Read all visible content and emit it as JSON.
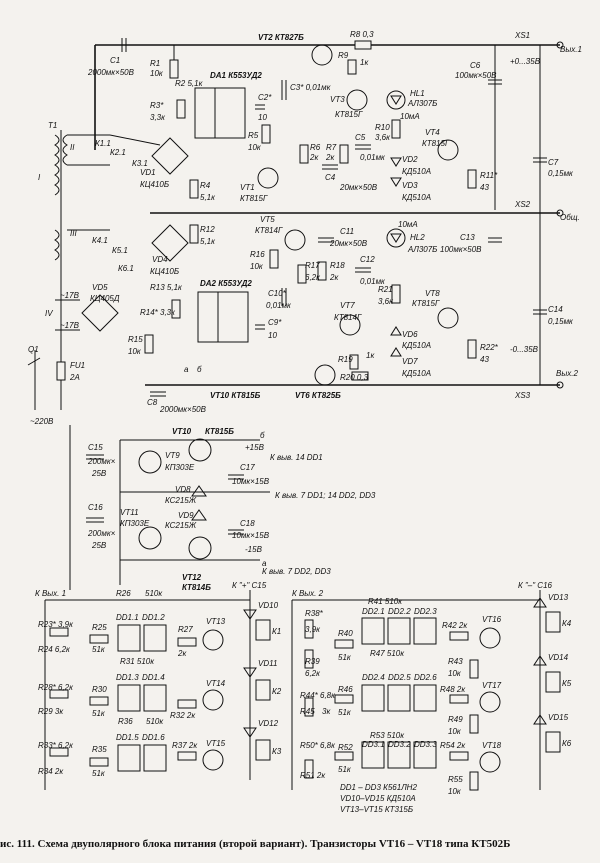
{
  "caption": "ис. 111. Схема двуполярного блока питания (второй вариант). Транзисторы VT16 – VT18 типа КТ502Б",
  "top": {
    "vt2": "VT2 КТ827Б",
    "r8": "R8 0,3",
    "xs1": "XS1",
    "out1": "Вых.1",
    "c1": "C1",
    "c1v": "2000мк×50В",
    "r1": "R1",
    "r1v": "10к",
    "r2": "R2 5,1к",
    "da1": "DA1 К553УД2",
    "r3": "R3*",
    "r3v": "3,3к",
    "c2": "C2*",
    "c2v": "10",
    "c3": "C3* 0,01мк",
    "r5": "R5",
    "r5v": "10к",
    "r9": "R9",
    "r9v": "1к",
    "vt3": "VT3",
    "vt3t": "КТ815Г",
    "hl1": "HL1",
    "hl1t": "АЛ307Б",
    "hl1i": "10мА",
    "c6": "C6",
    "c6v": "100мк×50В",
    "range1": "+0...35В",
    "t1": "T1",
    "k11": "К1.1",
    "k21": "К2.1",
    "k31": "К3.1",
    "wII": "II",
    "wI": "I",
    "vd1": "VD1",
    "vd1t": "КЦ410Б",
    "r4": "R4",
    "r4v": "5,1к",
    "r6": "R6",
    "r6v": "2к",
    "r7": "R7",
    "r7v": "2к",
    "c4": "C4",
    "c4v": "20мк×50В",
    "c5": "C5",
    "c5v": "0,01мк",
    "vt1": "VT1",
    "vt1t": "КТ815Г",
    "r10": "R10",
    "r10v": "3,6к",
    "vt4": "VT4",
    "vt4t": "КТ815Г",
    "vd2": "VD2",
    "vd2t": "КД510А",
    "vd3": "VD3",
    "vd3t": "КД510А",
    "r11": "R11*",
    "r11v": "43",
    "c7": "C7",
    "c7v": "0,15мк",
    "xs2": "XS2",
    "common": "Общ."
  },
  "mid": {
    "wIII": "III",
    "k41": "К4.1",
    "k51": "К5.1",
    "k61": "К6.1",
    "vd4": "VD4",
    "vd4t": "КЦ410Б",
    "r12": "R12",
    "r12v": "5,1к",
    "vt5": "VT5",
    "vt5t": "КТ814Г",
    "c11": "C11",
    "c11v": "20мк×50В",
    "hl2": "HL2",
    "hl2t": "АЛ307Б",
    "hl2i": "10мА",
    "c13": "C13",
    "c13v": "100мк×50В",
    "r16": "R16",
    "r16v": "10к",
    "r17": "R17",
    "r17v": "6,2к",
    "r18": "R18",
    "r18v": "2к",
    "c12": "C12",
    "c12v": "0,01мк",
    "c10": "C10*",
    "c10v": "0,01мк",
    "r13": "R13 5,1к",
    "da2": "DA2 К553УД2",
    "r14": "R14* 3,3к",
    "c9": "C9*",
    "c9v": "10",
    "r15": "R15",
    "r15v": "10к",
    "a": "а",
    "b": "б",
    "wIV": "IV",
    "vd5": "VD5",
    "vd5t": "КЦ405Д",
    "v17a": "~17В",
    "v17b": "~17В",
    "q1": "Q1",
    "fu1": "FU1",
    "fu1v": "2А",
    "mains": "~220В",
    "r21": "R21",
    "r21v": "3,6к",
    "vt8": "VT8",
    "vt8t": "КТ815Г",
    "c14": "C14",
    "c14v": "0,15мк",
    "range2": "-0...35В",
    "vt7": "VT7",
    "vt7t": "КТ814Г",
    "vd6": "VD6",
    "vd6t": "КД510А",
    "vd7": "VD7",
    "vd7t": "КД510А",
    "r22": "R22*",
    "r22v": "43",
    "r19": "R19",
    "r19v": "1к",
    "r20": "R20 0,3",
    "c8": "C8",
    "c8v": "2000мк×50В",
    "vt10": "VT10 КТ815Б",
    "vt6": "VT6 КТ825Б",
    "xs3": "XS3",
    "out2": "Вых.2"
  },
  "reg": {
    "vt10": "VT10",
    "vt10t": "КТ815Б",
    "b": "б",
    "plus15": "+15В",
    "tap14": "К выв. 14 DD1",
    "vt9": "VT9",
    "vt9t": "КП303Е",
    "c15": "C15",
    "c15v": "200мк×",
    "c15v2": "25В",
    "c17": "C17",
    "c17v": "10мк×15В",
    "vd8": "VD8",
    "vd8t": "КС215Ж",
    "tap7": "К выв. 7 DD1; 14 DD2, DD3",
    "vd9": "VD9",
    "vd9t": "КС215Ж",
    "vt11": "VT11",
    "vt11t": "КП303Е",
    "c16": "C16",
    "c16v": "200мк×",
    "c16v2": "25В",
    "c18": "C18",
    "c18v": "10мк×15В",
    "minus15": "-15В",
    "a": "а",
    "tapA": "К выв. 7 DD2, DD3",
    "vt12": "VT12",
    "vt12t": "КТ814Б"
  },
  "left": {
    "head": "К Вых. 1",
    "relayHead": "К \"+\" C15",
    "r23": "R23* 3,9к",
    "r24": "R24 6,2к",
    "r25": "R25",
    "r25v": "51к",
    "r26": "R26",
    "r26v": "510к",
    "dd11": "DD1.1",
    "dd12": "DD1.2",
    "r31": "R31 510к",
    "r27": "R27",
    "r27v": "2к",
    "vt13": "VT13",
    "r28": "R28* 6,2к",
    "r29": "R29 3к",
    "r30": "R30",
    "r30v": "51к",
    "dd13": "DD1.3",
    "dd14": "DD1.4",
    "r36": "R36",
    "r36v": "510к",
    "r32": "R32 2к",
    "vt14": "VT14",
    "r33": "R33* 6,2к",
    "r34": "R34 2к",
    "r35": "R35",
    "r35v": "51к",
    "dd15": "DD1.5",
    "dd16": "DD1.6",
    "r37": "R37 2к",
    "vt15": "VT15",
    "vd10": "VD10",
    "vd11": "VD11",
    "vd12": "VD12",
    "k1": "К1",
    "k2": "К2",
    "k3": "К3"
  },
  "right": {
    "head": "К Вых. 2",
    "relayHead": "К \"–\" C16",
    "r38": "R38*",
    "r38v": "3,9к",
    "r39": "R39",
    "r39v": "6,2к",
    "r40": "R40",
    "r40v": "51к",
    "r41": "R41 510к",
    "dd21": "DD2.1",
    "dd22": "DD2.2",
    "dd23": "DD2.3",
    "r47": "R47 510к",
    "r42": "R42 2к",
    "r43": "R43",
    "r43v": "10к",
    "vt16": "VT16",
    "r44": "R44* 6,8к",
    "r45": "R45",
    "r45v": "3к",
    "r46": "R46",
    "r46v": "51к",
    "dd24": "DD2.4",
    "dd25": "DD2.5",
    "dd26": "DD2.6",
    "r48": "R48 2к",
    "r49": "R49",
    "r49v": "10к",
    "vt17": "VT17",
    "r50": "R50* 6,8к",
    "r51": "R51 2к",
    "r52": "R52",
    "r52v": "51к",
    "r53": "R53 510к",
    "dd31": "DD3.1",
    "dd32": "DD3.2",
    "dd33": "DD3.3",
    "r54": "R54 2к",
    "r55": "R55",
    "r55v": "10к",
    "vt18": "VT18",
    "vd13": "VD13",
    "vd14": "VD14",
    "vd15": "VD15",
    "k4": "К4",
    "k5": "К5",
    "k6": "К6",
    "note1": "DD1 – DD3 К561ЛН2",
    "note2": "VD10–VD15 КД510А",
    "note3": "VT13–VT15 КТ315Б"
  }
}
